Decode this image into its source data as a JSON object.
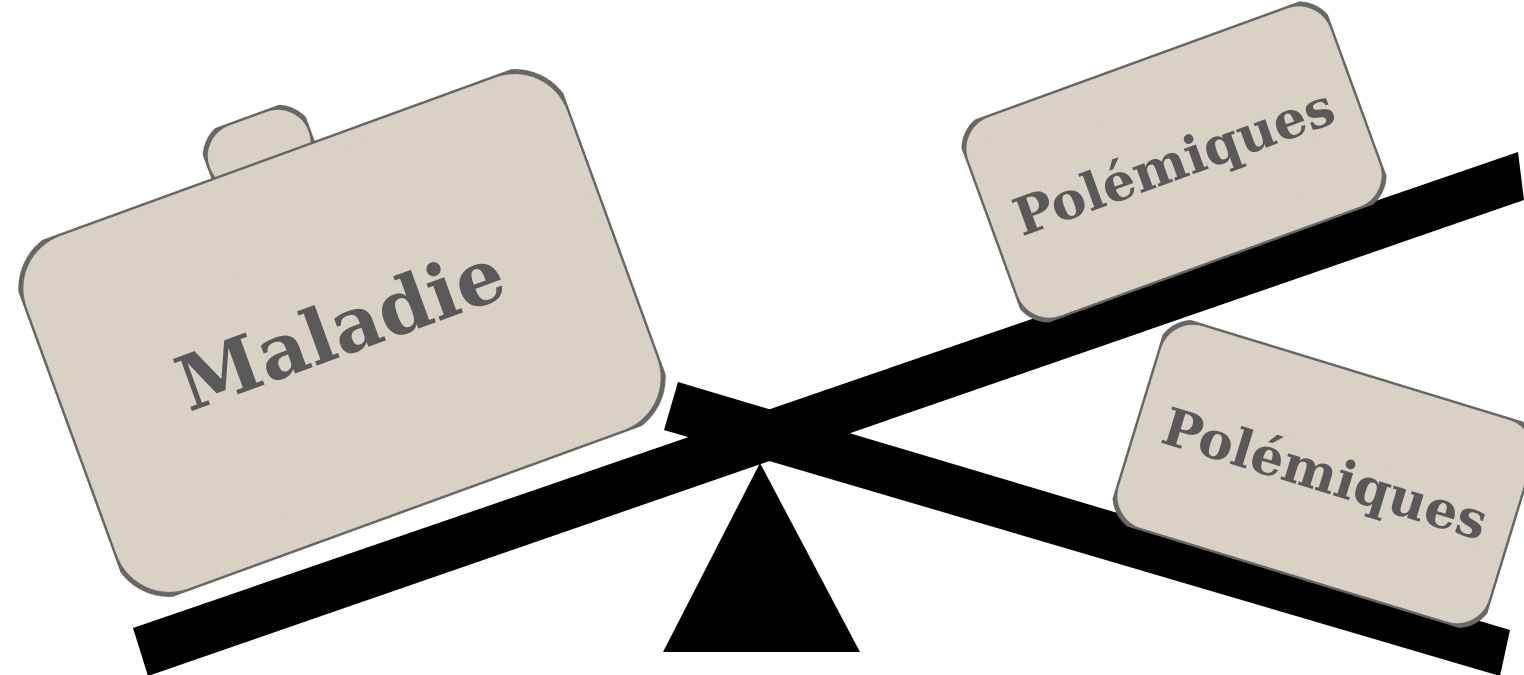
{
  "diagram": {
    "blocks": [
      {
        "id": "maladie",
        "label": "Maladie"
      },
      {
        "id": "polemiques-top",
        "label": "Polémiques"
      },
      {
        "id": "polemiques-bottom",
        "label": "Polémiques"
      }
    ],
    "colors": {
      "beam": "#000000",
      "fulcrum": "#000000",
      "block_fill": "#dcd6c8",
      "block_stroke": "#5c5c5c",
      "text": "#595959",
      "background": "#ffffff"
    }
  }
}
